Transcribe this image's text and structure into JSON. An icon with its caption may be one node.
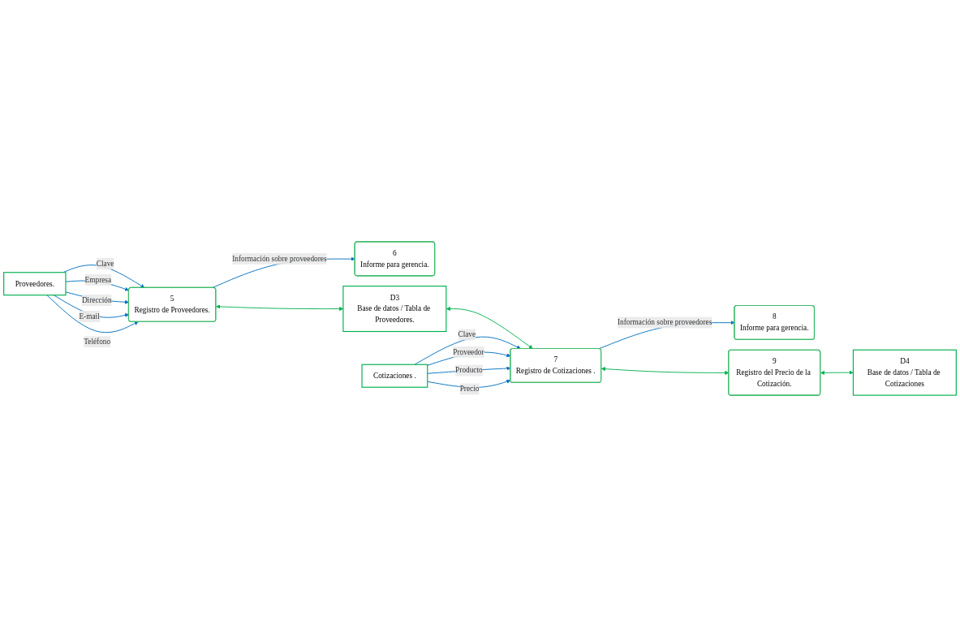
{
  "diagram": {
    "nodes": [
      {
        "text": [
          "Proveedores."
        ]
      },
      {
        "text": [
          "5",
          "Registro de Proveedores."
        ]
      },
      {
        "text": [
          "6",
          "Informe para gerencia."
        ]
      },
      {
        "text": [
          "D3",
          "Base de datos / Tabla de Proveedores."
        ]
      },
      {
        "text": [
          "Cotizaciones ."
        ]
      },
      {
        "text": [
          "7",
          "Registro de Cotizaciones ."
        ]
      },
      {
        "text": [
          "8",
          "Informe para gerencia."
        ]
      },
      {
        "text": [
          "9",
          "Registro del Precio de la Cotización."
        ]
      },
      {
        "text": [
          "D4",
          "Base de datos / Tabla de Cotizaciones"
        ]
      }
    ],
    "edges": [
      {
        "from": 0,
        "to": 1,
        "arrow": "to",
        "label": "Clave"
      },
      {
        "from": 0,
        "to": 1,
        "arrow": "to",
        "label": "Empresa"
      },
      {
        "from": 0,
        "to": 1,
        "arrow": "to",
        "label": "Dirección"
      },
      {
        "from": 0,
        "to": 1,
        "arrow": "to",
        "label": "E-mail"
      },
      {
        "from": 0,
        "to": 1,
        "arrow": "to",
        "label": "Teléfono"
      },
      {
        "from": 1,
        "to": 2,
        "arrow": "to",
        "label": "Información sobre proveedores"
      },
      {
        "from": 1,
        "to": 3,
        "arrow": "both",
        "color": "#00b050"
      },
      {
        "from": 3,
        "to": 5,
        "arrow": "both",
        "color": "#00b050"
      },
      {
        "from": 4,
        "to": 5,
        "arrow": "to",
        "label": "Clave"
      },
      {
        "from": 4,
        "to": 5,
        "arrow": "to",
        "label": "Proveedor"
      },
      {
        "from": 4,
        "to": 5,
        "arrow": "to",
        "label": "Producto"
      },
      {
        "from": 4,
        "to": 5,
        "arrow": "to",
        "label": "Precio"
      },
      {
        "from": 5,
        "to": 6,
        "arrow": "to",
        "label": "Información sobre proveedores"
      },
      {
        "from": 5,
        "to": 7,
        "arrow": "both",
        "color": "#00b050"
      },
      {
        "from": 7,
        "to": 8,
        "arrow": "both",
        "color": "#00b050"
      }
    ]
  }
}
